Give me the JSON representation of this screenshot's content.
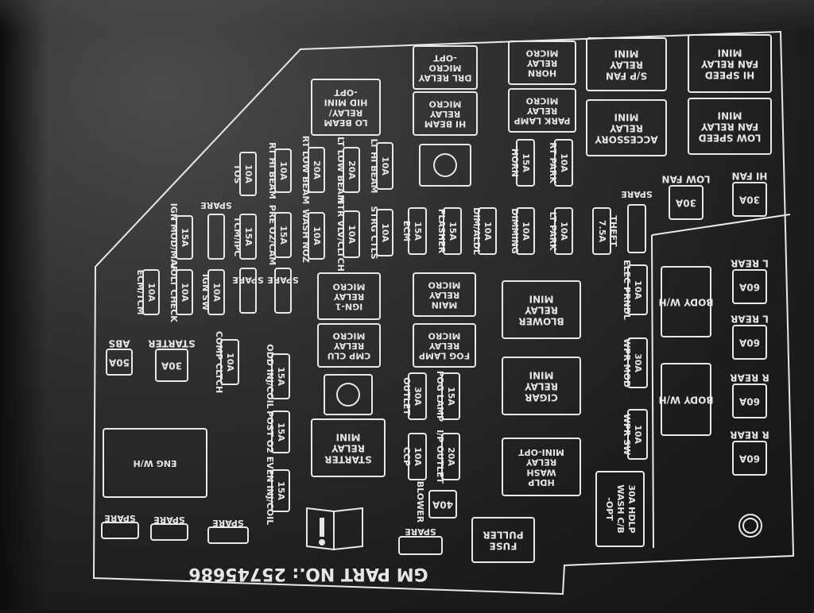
{
  "colors": {
    "background": "#2a2b2d",
    "print": "#e6e6e6"
  },
  "panel": {
    "part_number": "GM PART NO.: 25745686",
    "book_icon": "info-manual-icon"
  },
  "fuses": {
    "hi_fan": {
      "rating": "30A",
      "label": "HI FAN"
    },
    "low_fan": {
      "rating": "30A",
      "label": "LOW FAN"
    },
    "rt_park": {
      "rating": "10A",
      "label": "RT PARK"
    },
    "horn": {
      "rating": "15A",
      "label": "HORN"
    },
    "lt_hi_beam": {
      "rating": "10A",
      "label": "LT HI BEAM"
    },
    "lt_low_beam": {
      "rating": "20A",
      "label": "LT LOW BEAM"
    },
    "rt_low_beam": {
      "rating": "20A",
      "label": "RT LOW BEAM"
    },
    "rt_hi_beam": {
      "rating": "10A",
      "label": "RT HI BEAM"
    },
    "tos": {
      "rating": "10A",
      "label": "TOS"
    },
    "theft": {
      "rating": "7.5A",
      "label": "THEFT"
    },
    "lt_park": {
      "rating": "10A",
      "label": "LT PARK"
    },
    "dimming": {
      "rating": "10A",
      "label": "DIMMING"
    },
    "dim_aldl": {
      "rating": "10A",
      "label": "DIM/ALDL"
    },
    "flasher": {
      "rating": "15A",
      "label": "FLASHER"
    },
    "ecm": {
      "rating": "15A",
      "label": "ECM"
    },
    "strg_ctls": {
      "rating": "10A",
      "label": "STRG CTLS"
    },
    "htr_vlv": {
      "rating": "10A",
      "label": "HTR VLV/CLTCH"
    },
    "wash_noz": {
      "rating": "10A",
      "label": "WASH NOZ"
    },
    "pre_o2": {
      "rating": "15A",
      "label": "PRE O2/CAM"
    },
    "tcm_ipc": {
      "rating": "15A",
      "label": "TCM/IPC"
    },
    "ign_mod": {
      "rating": "15A",
      "label": "IGN MOD/MAF"
    },
    "ign_sw": {
      "rating": "10A",
      "label": "IGN SW"
    },
    "volt_check": {
      "rating": "10A",
      "label": "VOLT CHECK"
    },
    "ecm_tcm": {
      "rating": "10A",
      "label": "ECM/TCM"
    },
    "elec_prndl": {
      "rating": "10A",
      "label": "ELEC PRNDL"
    },
    "wpr_mod": {
      "rating": "30A",
      "label": "WPR MOD"
    },
    "wpr_sw": {
      "rating": "10A",
      "label": "WPR SW"
    },
    "l_rear_1": {
      "rating": "60A",
      "label": "L REAR"
    },
    "l_rear_2": {
      "rating": "60A",
      "label": "L REAR"
    },
    "r_rear_1": {
      "rating": "60A",
      "label": "R REAR"
    },
    "r_rear_2": {
      "rating": "60A",
      "label": "R REAR"
    },
    "abs": {
      "rating": "50A",
      "label": "ABS"
    },
    "starter": {
      "rating": "30A",
      "label": "STARTER"
    },
    "comp_cltch": {
      "rating": "10A",
      "label": "COMP CLTCH"
    },
    "odd_inj": {
      "rating": "15A",
      "label": "ODD INJ/COIL"
    },
    "post_o2": {
      "rating": "15A",
      "label": "POST O2"
    },
    "even_inj": {
      "rating": "15A",
      "label": "EVEN INJ/COIL"
    },
    "fog_lamp": {
      "rating": "15A",
      "label": "FOG LAMP"
    },
    "outlet": {
      "rating": "30A",
      "label": "OUTLET"
    },
    "ip_outlet": {
      "rating": "20A",
      "label": "I/P OUTLET"
    },
    "ccp": {
      "rating": "10A",
      "label": "CCP"
    },
    "blower": {
      "rating": "40A",
      "label": "BLOWER"
    },
    "hdlp_wash": {
      "line1": "30A HDLP",
      "line2": "WASH C/B",
      "line3": "-OPT"
    }
  },
  "spare_labels": {
    "a": "SPARE",
    "b": "SPARE",
    "c": "SPARE",
    "d": "SPARE",
    "e": "SPARE",
    "f": "SPARE",
    "g": "SPARE",
    "h": "SPARE"
  },
  "relays": {
    "hi_speed": [
      "HI SPEED",
      "FAN RELAY",
      "MINI"
    ],
    "sp_fan": [
      "S/P FAN",
      "RELAY",
      "MINI"
    ],
    "horn": [
      "HORN",
      "RELAY",
      "MICRO"
    ],
    "drl": [
      "DRL RELAY",
      "MICRO",
      "-OPT"
    ],
    "low_speed": [
      "LOW SPEED",
      "FAN RELAY",
      "MINI"
    ],
    "accessory": [
      "ACCESSORY",
      "RELAY",
      "MINI"
    ],
    "park_lamp": [
      "PARK LAMP",
      "RELAY",
      "MICRO"
    ],
    "hi_beam": [
      "HI BEAM",
      "RELAY",
      "MICRO"
    ],
    "lo_beam": [
      "LO BEAM",
      "RELAY/",
      "HID MINI",
      "-OPT"
    ],
    "ign1": [
      "IGN-1",
      "RELAY",
      "MICRO"
    ],
    "main": [
      "MAIN",
      "RELAY",
      "MICRO"
    ],
    "blower": [
      "BLOWER",
      "RELAY",
      "MINI"
    ],
    "cmp_clu": [
      "CMP CLU",
      "RELAY",
      "MICRO"
    ],
    "fog_lamp": [
      "FOG LAMP",
      "RELAY",
      "MICRO"
    ],
    "cigar": [
      "CIGAR",
      "RELAY",
      "MINI"
    ],
    "starter": [
      "STARTER",
      "RELAY",
      "MINI"
    ],
    "hdlp_wash": [
      "HDLP",
      "WASH",
      "RELAY",
      "MINI-OPT"
    ],
    "body_wh_1": [
      "BODY W/H"
    ],
    "body_wh_2": [
      "BODY W/H"
    ],
    "eng_wh": [
      "ENG W/H"
    ],
    "fuse_puller": [
      "FUSE",
      "PULLER"
    ]
  }
}
